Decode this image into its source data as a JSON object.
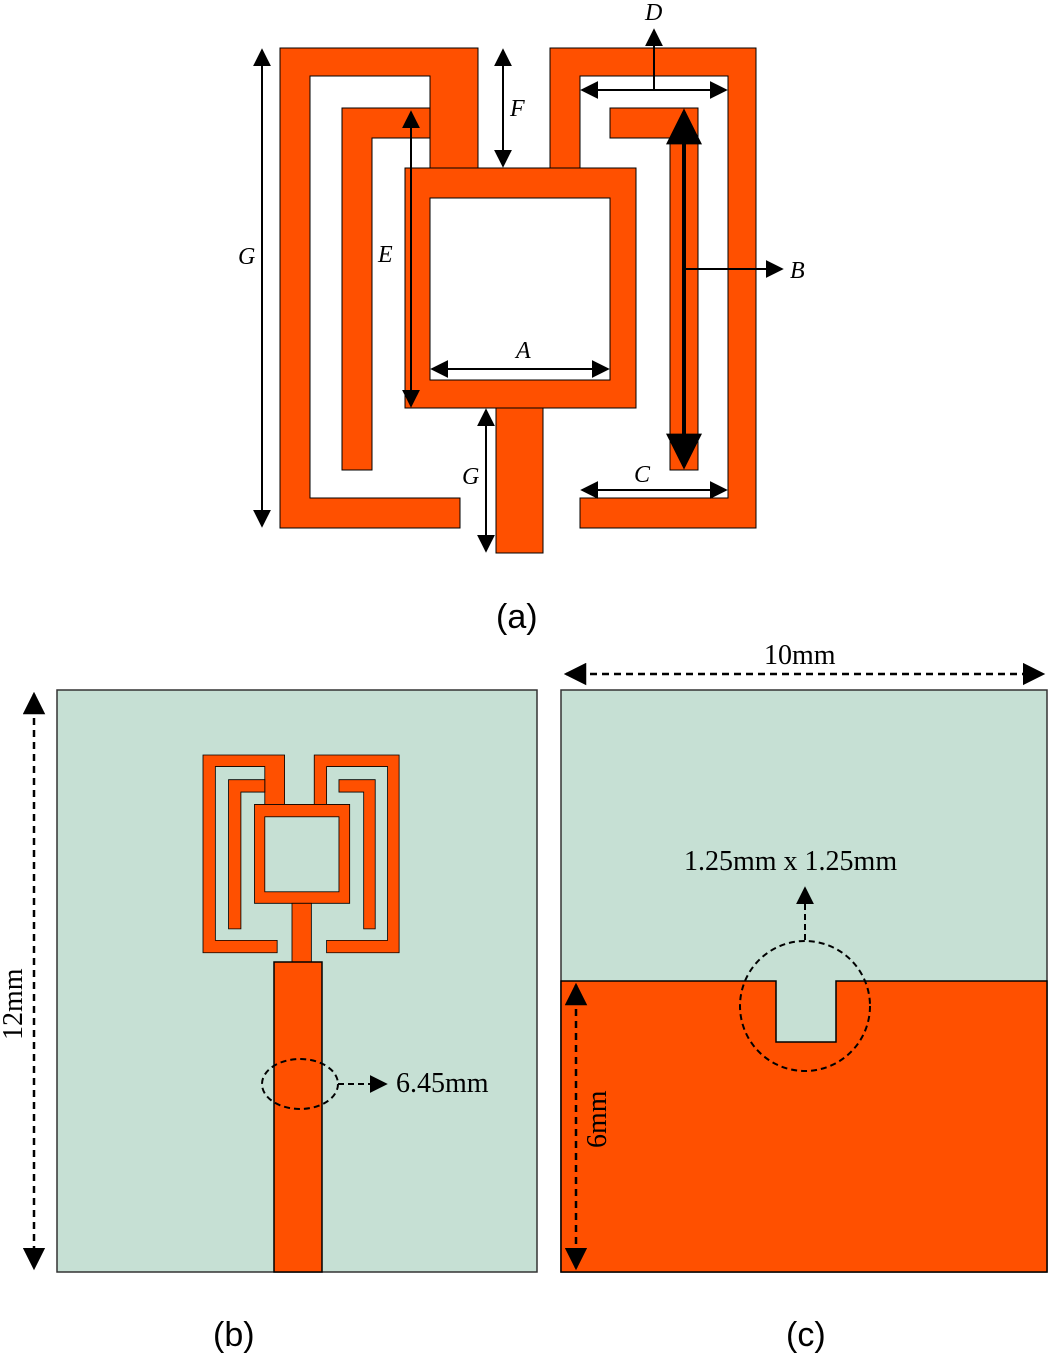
{
  "colors": {
    "copper": "#ff5000",
    "substrate": "#c6e0d4",
    "outline": "#000000"
  },
  "panel_a": {
    "caption": "(a)",
    "labels": {
      "a": "A",
      "b": "B",
      "c": "C",
      "d": "D",
      "e": "E",
      "f": "F",
      "g_left": "G",
      "g_feed": "G"
    }
  },
  "panel_b": {
    "caption": "(b)",
    "height_label": "12mm",
    "feed_label": "6.45mm"
  },
  "panel_c": {
    "caption": "(c)",
    "width_label": "10mm",
    "ground_label": "6mm",
    "slot_label": "1.25mm x 1.25mm"
  }
}
